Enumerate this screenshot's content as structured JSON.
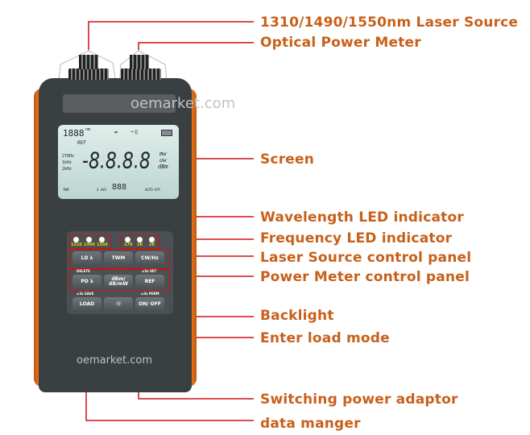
{
  "labels": [
    "1310/1490/1550nm Laser Source",
    "Optical Power Meter",
    "Screen",
    "Wavelength LED indicator",
    "Frequency LED indicator",
    "Laser Source control panel",
    "Power Meter control panel",
    "Backlight",
    "Enter load mode",
    "Switching power adaptor",
    "data manger"
  ],
  "watermark": "oemarket.com",
  "lcd": {
    "nm_digits": "1888",
    "nm_unit": "nm",
    "ref": "REF",
    "main": "-8.8.8.8",
    "units": [
      "mw",
      "uw",
      "dBm"
    ],
    "freqs": [
      "270Hz",
      "1kHz",
      "2kHz"
    ],
    "twm": "TWM",
    "avg": "X AVG",
    "avg_digits": "888",
    "auto_off": "AUTO-OFF"
  },
  "leds": {
    "wavelength": [
      "1310",
      "1490",
      "1550"
    ],
    "frequency": [
      "270",
      "1K",
      "2K"
    ]
  },
  "buttons": {
    "ld": "LD λ",
    "twm": "TWM",
    "cw": "CW/Hz",
    "pd": "PD λ",
    "dbm": "dBm/ dB/mW",
    "ref": "REF",
    "load": "LOAD",
    "onoff": "ON/ OFF"
  },
  "button_sub": {
    "delete": "DELETE",
    "set": "≥3s SET",
    "save": "≥3s SAVE",
    "perm": "≥3s PERM"
  },
  "colors": {
    "label": "#c8601a",
    "line": "#d21010",
    "body": "#3a3f42",
    "accent": "#f08a2e"
  }
}
